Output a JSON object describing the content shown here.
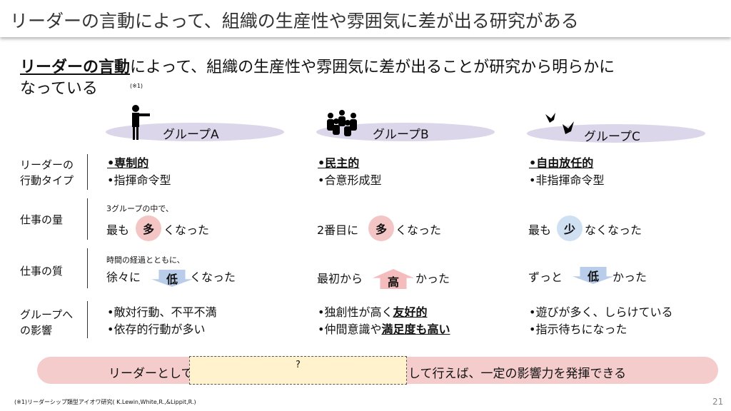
{
  "title": "リーダーの言動によって、組織の生産性や雰囲気に差が出る研究がある",
  "lead": {
    "emph": "リーダーの言動",
    "rest1": "によって、組織の生産性や雰囲気に差が出ることが研究から明らかに",
    "rest2": "なっている",
    "note": "(※1)"
  },
  "groups": [
    {
      "label": "グループA",
      "icon": "pointing-person-icon"
    },
    {
      "label": "グループB",
      "icon": "group-people-icon"
    },
    {
      "label": "グループC",
      "icon": "birds-icon"
    }
  ],
  "rows": [
    {
      "label1": "リーダーの",
      "label2": "行動タイプ"
    },
    {
      "label1": "仕事の量"
    },
    {
      "label1": "仕事の質"
    },
    {
      "label1": "グループへ",
      "label2": "の影響"
    }
  ],
  "type": {
    "a1": "•専制的",
    "a2": "•指揮命令型",
    "b1": "•民主的",
    "b2": "•合意形成型",
    "c1": "•自由放任的",
    "c2": "•非指揮命令型"
  },
  "amount": {
    "note": "3グループの中で、",
    "a_pre": "最も",
    "a_mark": "多",
    "a_post": "くなった",
    "b_pre": "2番目に",
    "b_mark": "多",
    "b_post": "くなった",
    "c_pre": "最も",
    "c_mark": "少",
    "c_post": "なくなった"
  },
  "quality": {
    "note": "時間の経過とともに、",
    "a_pre": "徐々に",
    "a_mark": "低",
    "a_post": "くなった",
    "b_pre": "最初から",
    "b_mark": "高",
    "b_post": "かった",
    "c_pre": "ずっと",
    "c_mark": "低",
    "c_post": "かった"
  },
  "effect": {
    "a1": "•敵対行動、不平不満",
    "a2": "•依存的行動が多い",
    "b1a": "•独創性が高く",
    "b1b": "友好的",
    "b2a": "•仲間意識や",
    "b2b": "満足度も高い",
    "c1": "•遊びが多く、しらけている",
    "c2": "•指示待ちになった"
  },
  "bottom": {
    "pre": "リーダーとして",
    "blank": "?",
    "post": "して行えば、一定の影響力を発揮できる"
  },
  "footnote": "(※1)リーダーシップ類型アイオワ研究( K.Lewin,White,R.,&Lippit,R.)",
  "page": "21"
}
